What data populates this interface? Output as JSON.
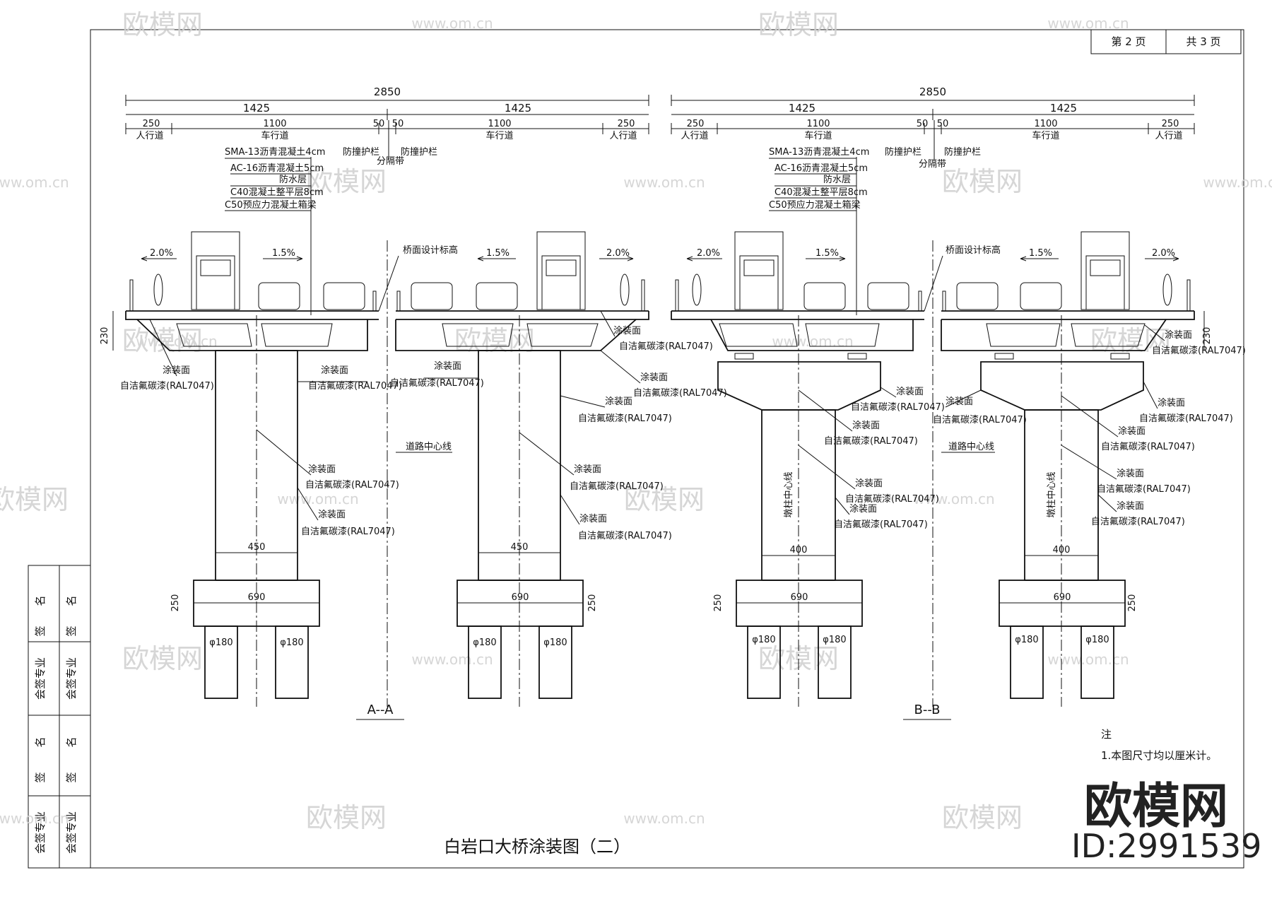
{
  "page": {
    "current": "第 2 页",
    "total": "共 3 页"
  },
  "title": "白岩口大桥涂装图（二）",
  "dims": {
    "total": "2850",
    "half": "1425",
    "walk": "250",
    "lane": "1100",
    "barrier": "50",
    "median": "50",
    "pier_a": "450",
    "pier_b": "400",
    "footing": "690",
    "footing_h": "250",
    "deck_h": "230",
    "pile": "φ180"
  },
  "labels": {
    "sidewalk": "人行道",
    "roadway": "车行道",
    "layers": [
      "SMA-13沥青混凝土4cm",
      "AC-16沥青混凝土5cm",
      "防水层",
      "C40混凝土整平层8cm",
      "C50预应力混凝土箱梁"
    ],
    "guardrail": "防撞护栏",
    "separator": "分隔带",
    "design_elev": "桥面设计标高",
    "road_center": "道路中心线",
    "pier_center": "墩柱中心线",
    "slope_side": "2.0%",
    "slope_lane": "1.5%",
    "paint_surface": "涂装面",
    "paint_spec": "自洁氟碳漆(RAL7047)"
  },
  "sections": {
    "a": "A--A",
    "b": "B--B"
  },
  "notes": {
    "heading": "注",
    "items": [
      "1.本图尺寸均以厘米计。"
    ]
  },
  "signoff": {
    "name": "名",
    "sign": "签",
    "discipline": "会签专业"
  },
  "watermark": {
    "brand": "欧模网",
    "site": "www.om.cn",
    "id": "ID:2991539"
  }
}
